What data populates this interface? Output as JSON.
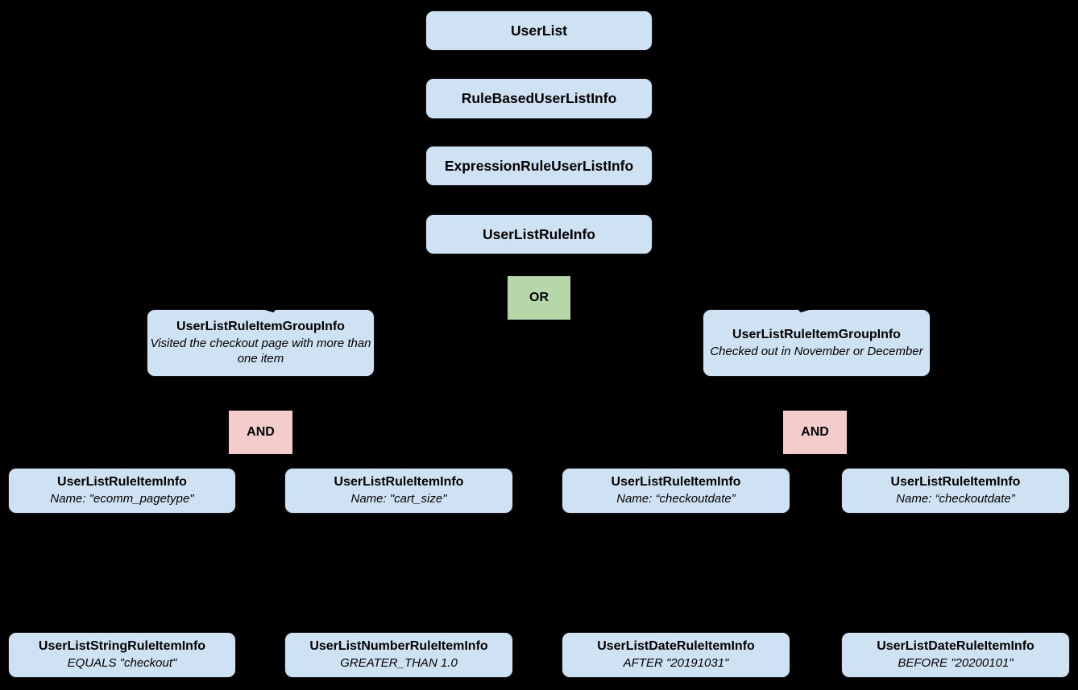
{
  "colors": {
    "background": "#000000",
    "class_box_fill": "#cfe2f3",
    "or_fill": "#b6d7a8",
    "and_fill": "#f4cccc",
    "text": "#000000"
  },
  "chain": [
    {
      "label": "UserList"
    },
    {
      "label": "RuleBasedUserListInfo"
    },
    {
      "label": "ExpressionRuleUserListInfo"
    },
    {
      "label": "UserListRuleInfo"
    }
  ],
  "operators": {
    "or": "OR",
    "and_left": "AND",
    "and_right": "AND"
  },
  "groups": [
    {
      "title": "UserListRuleItemGroupInfo",
      "subtitle": "Visited the checkout page with more than one item"
    },
    {
      "title": "UserListRuleItemGroupInfo",
      "subtitle": "Checked out in November or December"
    }
  ],
  "rule_items": [
    {
      "title": "UserListRuleItemInfo",
      "subtitle": "Name: \"ecomm_pagetype\""
    },
    {
      "title": "UserListRuleItemInfo",
      "subtitle": "Name: \"cart_size\""
    },
    {
      "title": "UserListRuleItemInfo",
      "subtitle": "Name: “checkoutdate”"
    },
    {
      "title": "UserListRuleItemInfo",
      "subtitle": "Name: “checkoutdate”"
    }
  ],
  "leaf_items": [
    {
      "title": "UserListStringRuleItemInfo",
      "subtitle": "EQUALS \"checkout\""
    },
    {
      "title": "UserListNumberRuleItemInfo",
      "subtitle": "GREATER_THAN 1.0"
    },
    {
      "title": "UserListDateRuleItemInfo",
      "subtitle": "AFTER \"20191031\""
    },
    {
      "title": "UserListDateRuleItemInfo",
      "subtitle": "BEFORE \"20200101\""
    }
  ]
}
